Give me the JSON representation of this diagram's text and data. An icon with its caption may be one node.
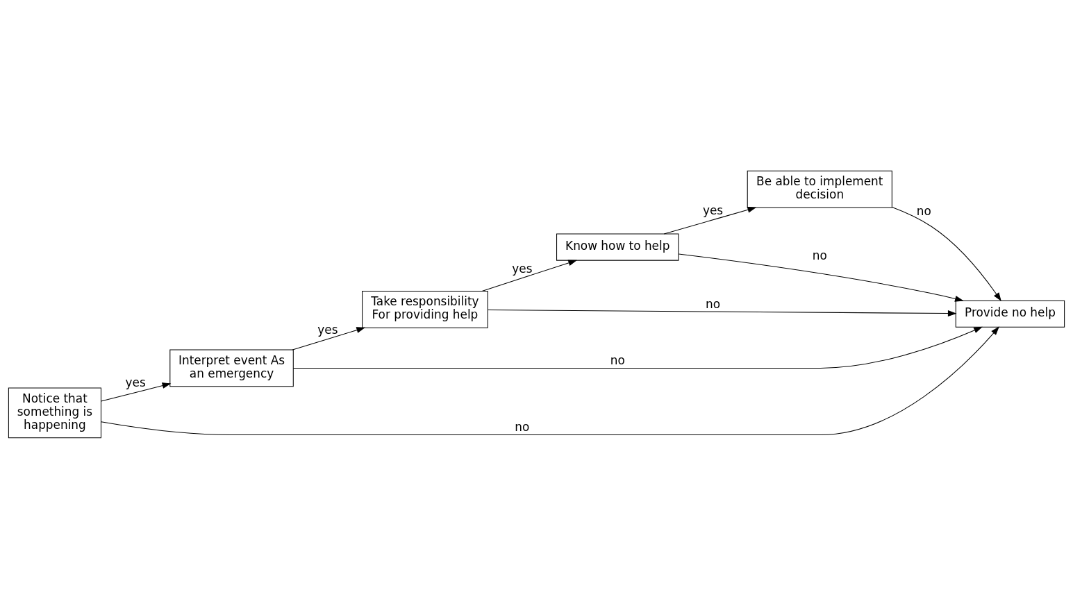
{
  "diagram": {
    "nodes": [
      {
        "text": [
          "Notice that something is happening"
        ]
      },
      {
        "text": [
          "Interpret event As an emergency"
        ]
      },
      {
        "text": [
          "Take responsibility For providing help"
        ]
      },
      {
        "text": [
          "Know how to help"
        ]
      },
      {
        "text": [
          "Be able to implement decision"
        ]
      },
      {
        "text": [
          "Provide no help"
        ]
      }
    ],
    "edges": [
      {
        "from": 0,
        "to": 1,
        "arrow": "to",
        "label": "yes"
      },
      {
        "from": 1,
        "to": 2,
        "arrow": "to",
        "label": "yes"
      },
      {
        "from": 2,
        "to": 3,
        "arrow": "to",
        "label": "yes"
      },
      {
        "from": 3,
        "to": 4,
        "arrow": "to",
        "label": "yes"
      },
      {
        "from": 0,
        "to": 5,
        "arrow": "to",
        "label": "no"
      },
      {
        "from": 1,
        "to": 5,
        "arrow": "to",
        "label": "no"
      },
      {
        "from": 2,
        "to": 5,
        "arrow": "to",
        "label": "no"
      },
      {
        "from": 3,
        "to": 5,
        "arrow": "to",
        "label": "no"
      },
      {
        "from": 4,
        "to": 5,
        "arrow": "to",
        "label": "no"
      }
    ]
  }
}
